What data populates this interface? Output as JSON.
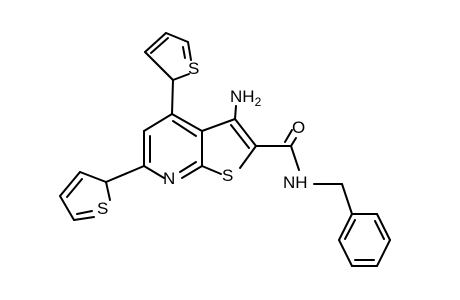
{
  "molecule": {
    "atom_labels": {
      "s_upper_thiophene": "S",
      "s_lower_thiophene": "S",
      "s_fused_thiophene": "S",
      "n_pyridine": "N",
      "amino": "NH",
      "amino_subscript": "2",
      "carbonyl_o": "O",
      "amide_nh": "NH"
    }
  }
}
